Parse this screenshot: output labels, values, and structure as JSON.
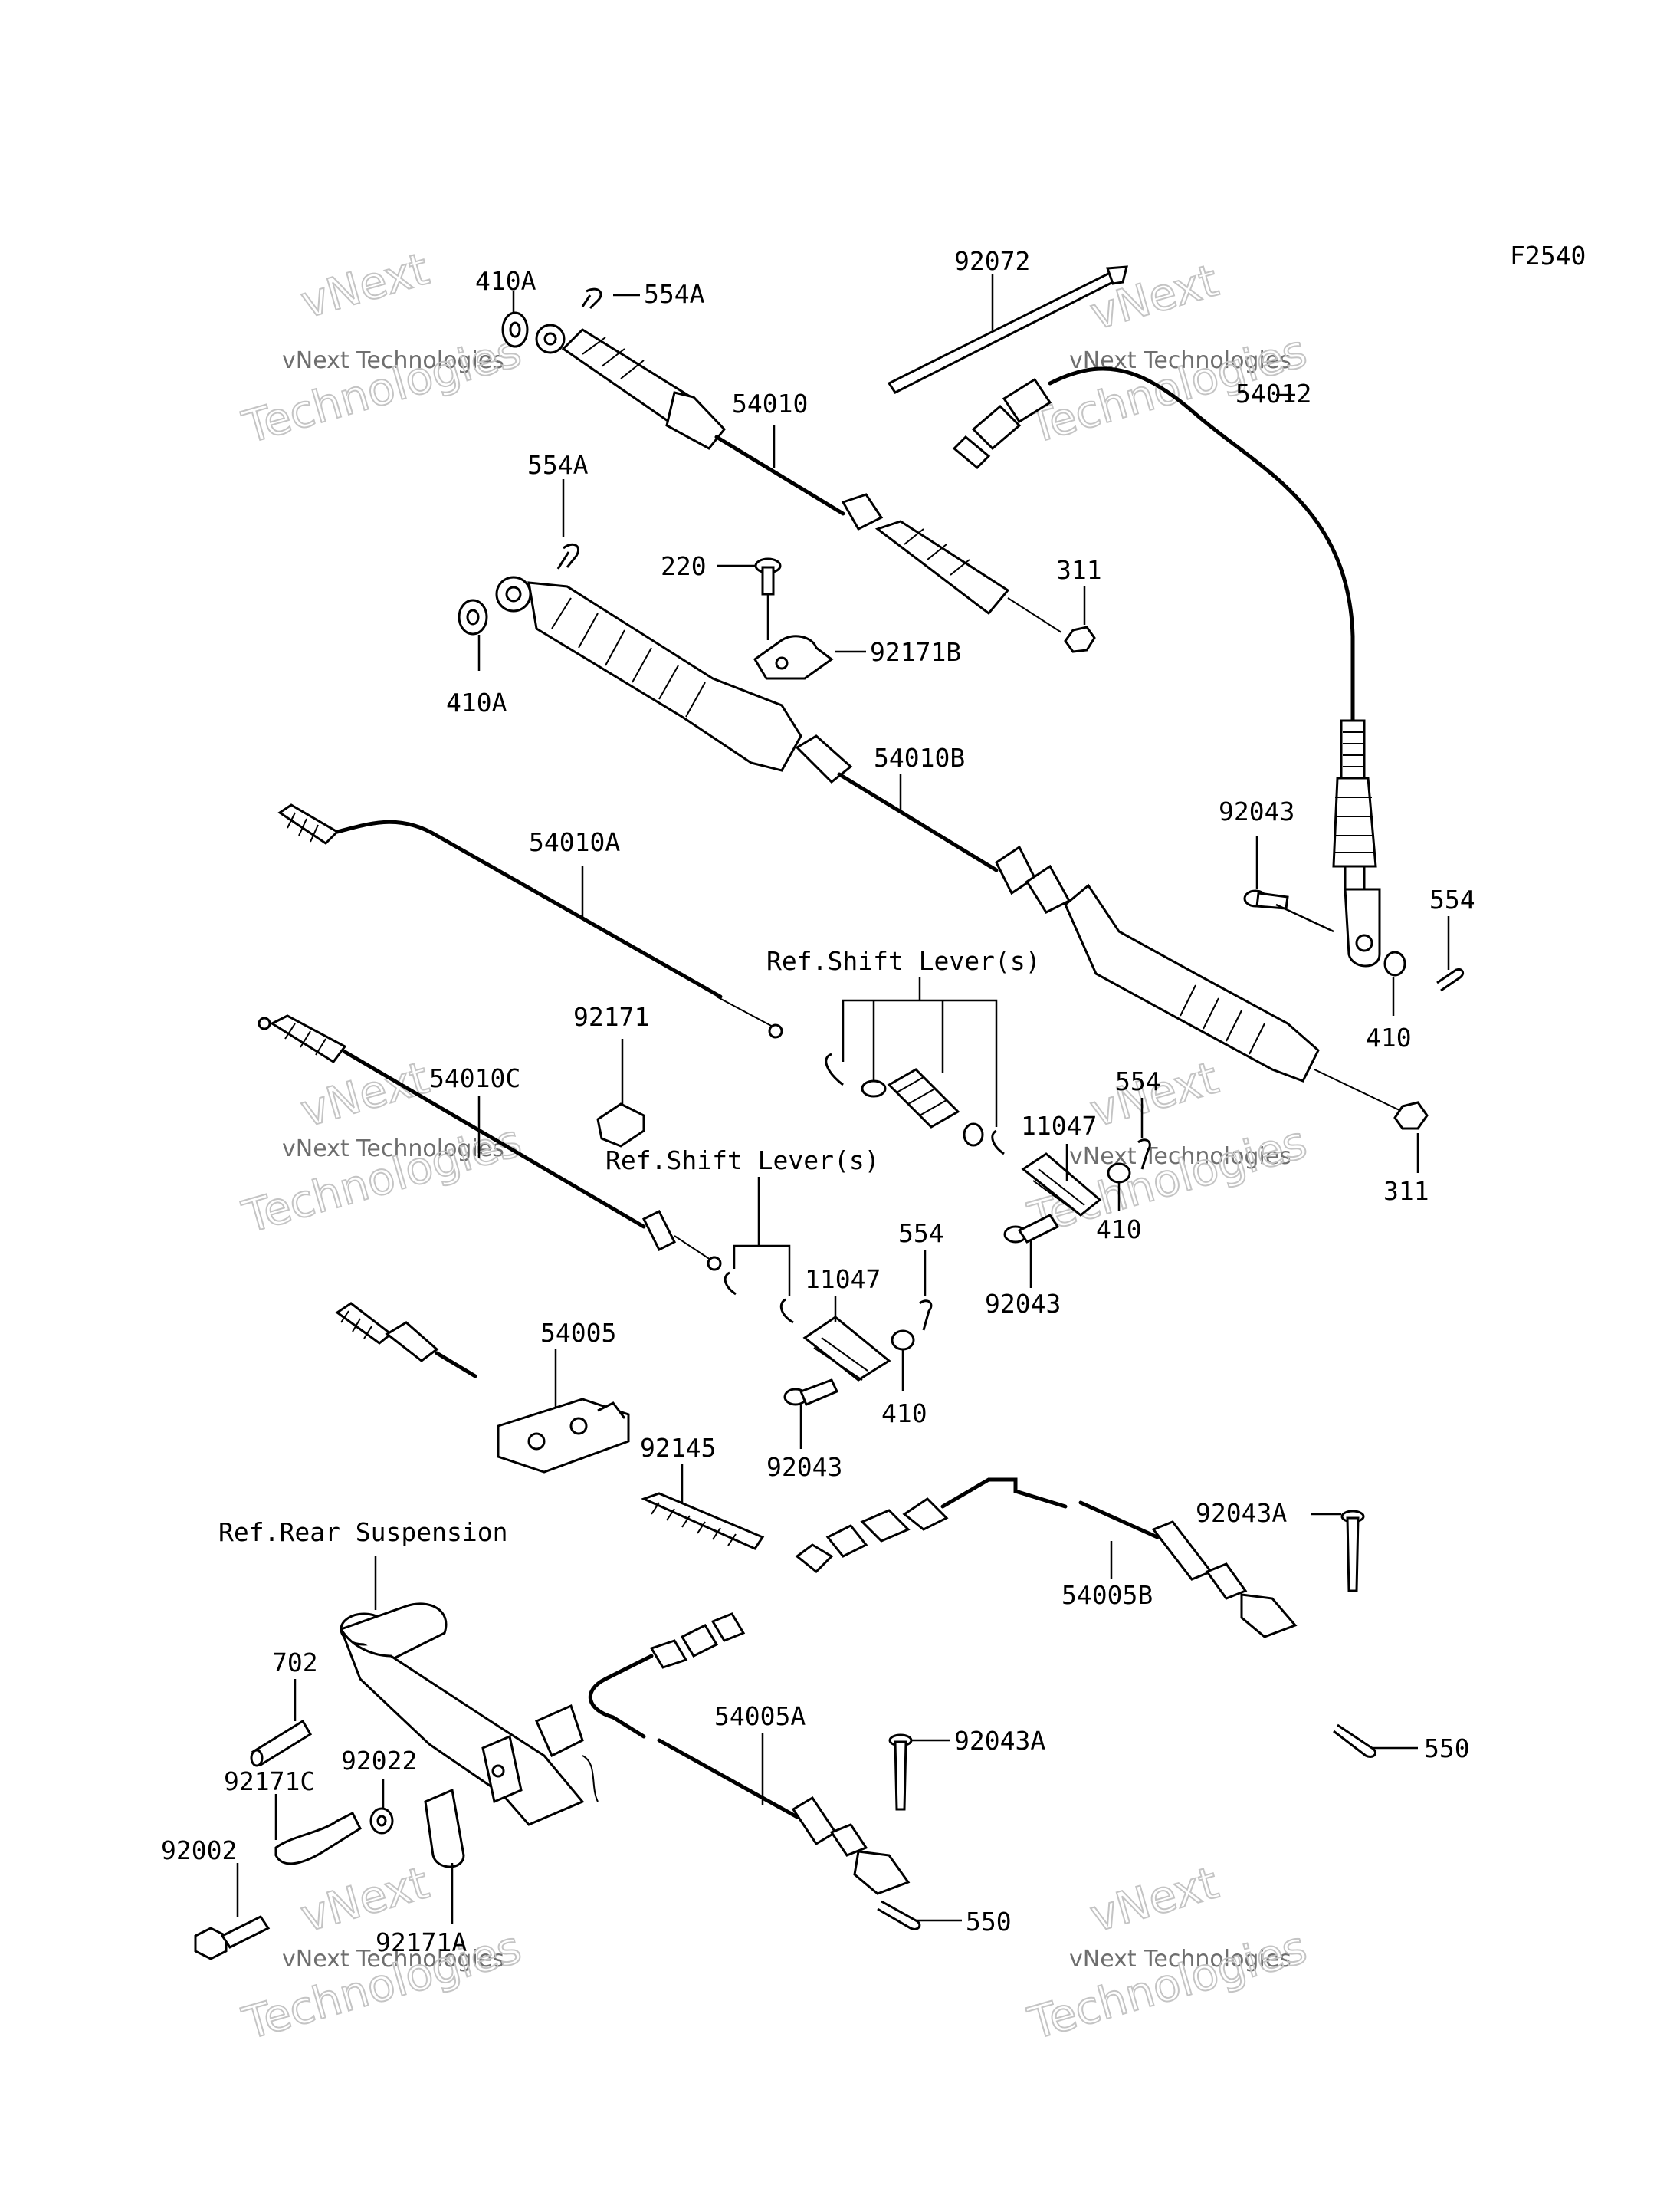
{
  "figure_code": "F2540",
  "watermark": {
    "line1": "vNext",
    "line2": "vNext Technologies",
    "line3": "Technologies"
  },
  "labels": {
    "p410A_top": "410A",
    "p554A_top": "554A",
    "p92072": "92072",
    "p54010": "54010",
    "p54012": "54012",
    "p554A_mid": "554A",
    "p220": "220",
    "p311_top": "311",
    "p92171B": "92171B",
    "p410A_mid": "410A",
    "p54010B": "54010B",
    "p54010A": "54010A",
    "p92043_right": "92043",
    "p554_right": "554",
    "ref_shift_lever_1": "Ref.Shift Lever(s)",
    "p410_right": "410",
    "p92171": "92171",
    "p54010C": "54010C",
    "p11047_upper": "11047",
    "p554_mid": "554",
    "p311_right": "311",
    "ref_shift_lever_2": "Ref.Shift Lever(s)",
    "p410_mid": "410",
    "p92043_mid": "92043",
    "p554_low": "554",
    "p11047_low": "11047",
    "p54005": "54005",
    "p410_low": "410",
    "p92145": "92145",
    "p92043_low": "92043",
    "p92043A_right": "92043A",
    "ref_rear_suspension": "Ref.Rear Suspension",
    "p54005B": "54005B",
    "p702": "702",
    "p54005A": "54005A",
    "p92043A_low": "92043A",
    "p92022": "92022",
    "p550_right": "550",
    "p92171C": "92171C",
    "p92002": "92002",
    "p92171A": "92171A",
    "p550_low": "550"
  }
}
